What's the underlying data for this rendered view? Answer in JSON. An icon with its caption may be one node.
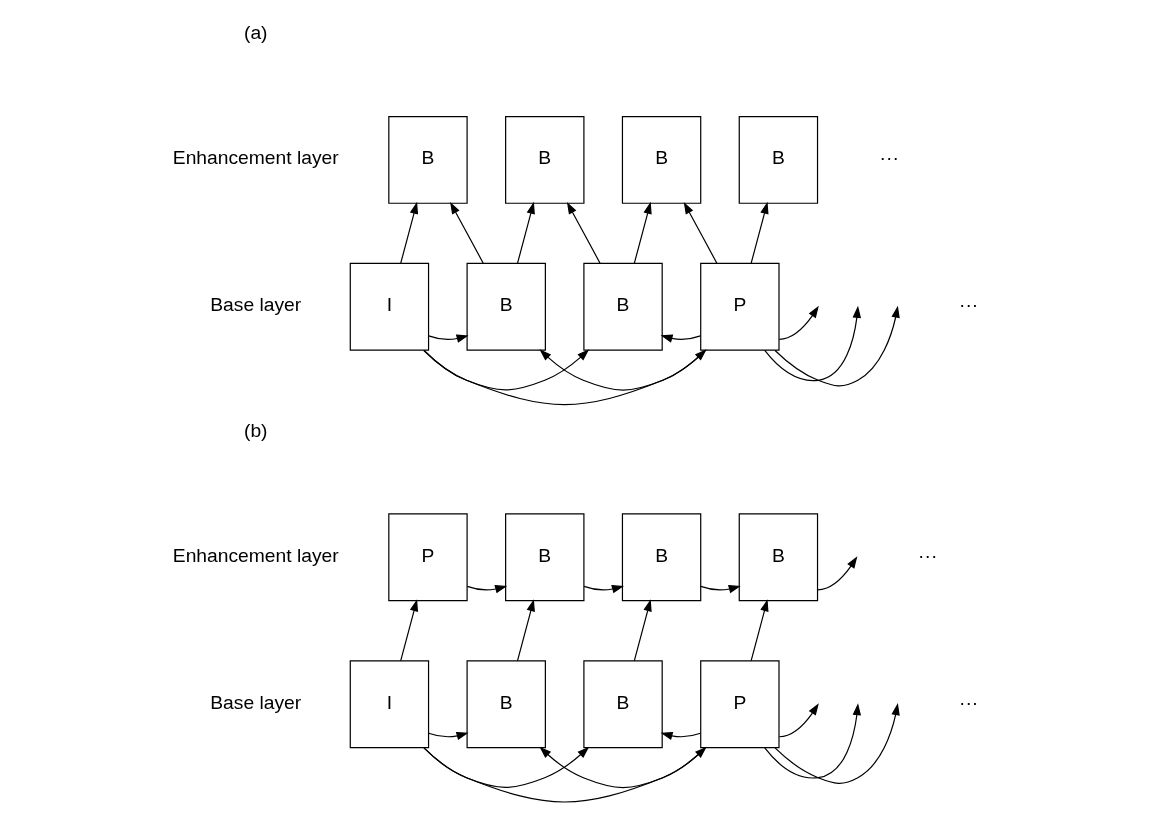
{
  "diagram": {
    "nodes": [
      {
        "text": [
          "B"
        ]
      },
      {
        "text": [
          "B"
        ]
      },
      {
        "text": [
          "B"
        ]
      },
      {
        "text": [
          "B"
        ]
      },
      {
        "text": [
          "I"
        ]
      },
      {
        "text": [
          "B"
        ]
      },
      {
        "text": [
          "B"
        ]
      },
      {
        "text": [
          "P"
        ]
      },
      {
        "text": [
          "P"
        ]
      },
      {
        "text": [
          "B"
        ]
      },
      {
        "text": [
          "B"
        ]
      },
      {
        "text": [
          "B"
        ]
      },
      {
        "text": [
          "I"
        ]
      },
      {
        "text": [
          "B"
        ]
      },
      {
        "text": [
          "B"
        ]
      },
      {
        "text": [
          "P"
        ]
      }
    ],
    "edges": [
      {
        "from": 4,
        "to": 0,
        "arrow": "to"
      },
      {
        "from": 5,
        "to": 0,
        "arrow": "to"
      },
      {
        "from": 5,
        "to": 1,
        "arrow": "to"
      },
      {
        "from": 6,
        "to": 1,
        "arrow": "to"
      },
      {
        "from": 6,
        "to": 2,
        "arrow": "to"
      },
      {
        "from": 7,
        "to": 2,
        "arrow": "to"
      },
      {
        "from": 7,
        "to": 3,
        "arrow": "to"
      },
      {
        "from": 4,
        "to": 5,
        "arrow": "to"
      },
      {
        "from": 4,
        "to": 6,
        "arrow": "to"
      },
      {
        "from": 4,
        "to": 7,
        "arrow": "to"
      },
      {
        "from": 7,
        "to": 5,
        "arrow": "to"
      },
      {
        "from": 7,
        "to": 6,
        "arrow": "to"
      },
      {
        "from": 7,
        "to": null,
        "arrow": "to"
      },
      {
        "from": 7,
        "to": null,
        "arrow": "to"
      },
      {
        "from": 7,
        "to": null,
        "arrow": "to"
      },
      {
        "from": 12,
        "to": 8,
        "arrow": "to"
      },
      {
        "from": 13,
        "to": 9,
        "arrow": "to"
      },
      {
        "from": 14,
        "to": 10,
        "arrow": "to"
      },
      {
        "from": 15,
        "to": 11,
        "arrow": "to"
      },
      {
        "from": 8,
        "to": 9,
        "arrow": "to"
      },
      {
        "from": 9,
        "to": 10,
        "arrow": "to"
      },
      {
        "from": 10,
        "to": 11,
        "arrow": "to"
      },
      {
        "from": 11,
        "to": null,
        "arrow": "to"
      },
      {
        "from": 12,
        "to": 13,
        "arrow": "to"
      },
      {
        "from": 12,
        "to": 14,
        "arrow": "to"
      },
      {
        "from": 12,
        "to": 15,
        "arrow": "to"
      },
      {
        "from": 15,
        "to": 13,
        "arrow": "to"
      },
      {
        "from": 15,
        "to": 14,
        "arrow": "to"
      },
      {
        "from": 15,
        "to": null,
        "arrow": "to"
      },
      {
        "from": 15,
        "to": null,
        "arrow": "to"
      },
      {
        "from": 15,
        "to": null,
        "arrow": "to"
      }
    ],
    "labels": [
      "(a)",
      "Enhancement layer",
      "···",
      "Base layer",
      "···",
      "(b)",
      "Enhancement layer",
      "···",
      "Base layer",
      "···"
    ]
  }
}
